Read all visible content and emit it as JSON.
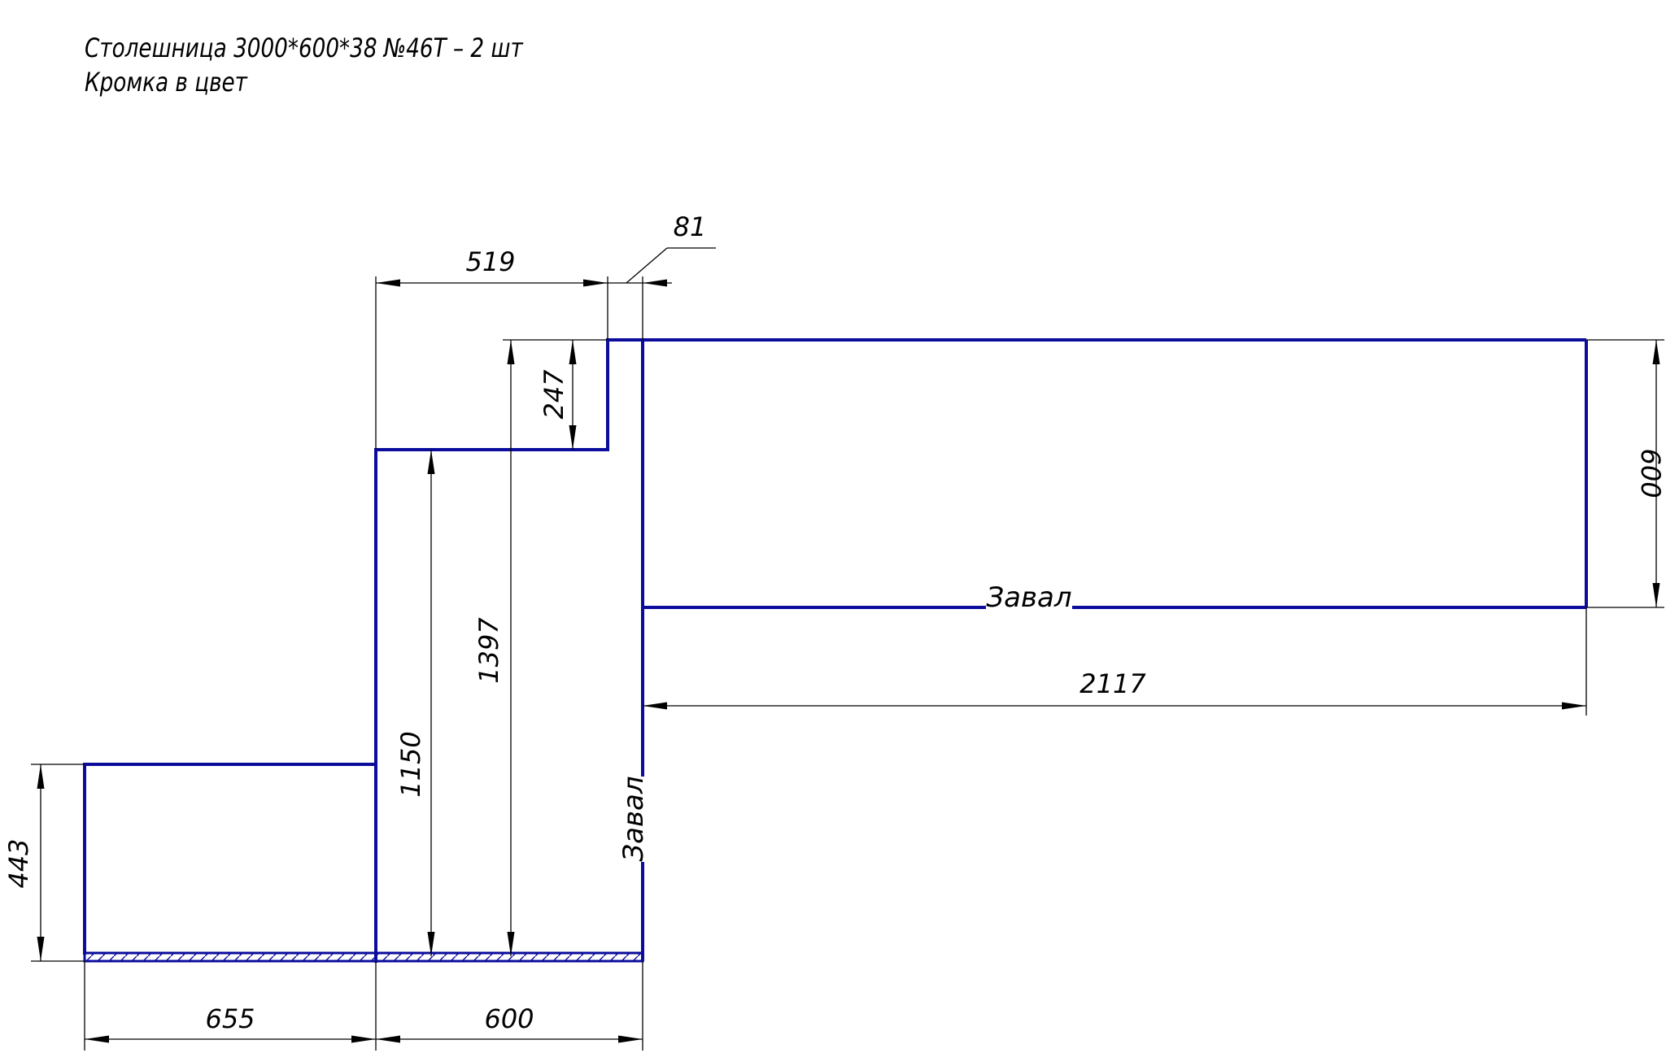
{
  "title": {
    "line1": "Столешница 3000*600*38 №46Т – 2 шт",
    "line2": "Кромка в цвет"
  },
  "colors": {
    "outline": "#0b0b9c",
    "dimension": "#000000",
    "background": "#ffffff"
  },
  "dimensions": {
    "step_width": "519",
    "offset": "81",
    "step_height": "247",
    "left_depth": "1150",
    "total_depth": "1397",
    "right_depth": "600",
    "right_length": "2117",
    "left_height": "443",
    "bottom_left": "655",
    "bottom_middle": "600"
  },
  "labels": {
    "zaval_horizontal": "Завал",
    "zaval_vertical": "Завал"
  }
}
